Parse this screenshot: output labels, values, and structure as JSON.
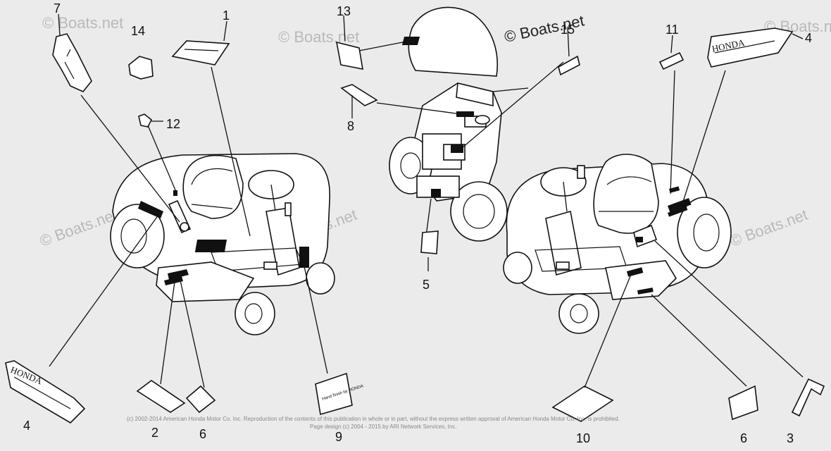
{
  "watermark": {
    "main": "© Boats.net",
    "faint": "© Boats.net"
  },
  "copyright": {
    "line1": "(c) 2002-2014 American Honda Motor Co. Inc. Reproduction of the contents of this publication in whole or in part, without the express written approval of American Honda Motor Co. Inc. is prohibited.",
    "line2": "Page design (c) 2004 - 2015 by ARI Network Services, Inc."
  },
  "decal_text": {
    "brand": "HONDA",
    "decal9": "Hand finish by HONDA"
  },
  "callouts": [
    {
      "id": "c1",
      "num": "1"
    },
    {
      "id": "c2",
      "num": "2"
    },
    {
      "id": "c3",
      "num": "3"
    },
    {
      "id": "c4a",
      "num": "4"
    },
    {
      "id": "c4b",
      "num": "4"
    },
    {
      "id": "c5",
      "num": "5"
    },
    {
      "id": "c6a",
      "num": "6"
    },
    {
      "id": "c6b",
      "num": "6"
    },
    {
      "id": "c7",
      "num": "7"
    },
    {
      "id": "c8",
      "num": "8"
    },
    {
      "id": "c9",
      "num": "9"
    },
    {
      "id": "c10",
      "num": "10"
    },
    {
      "id": "c11",
      "num": "11"
    },
    {
      "id": "c12",
      "num": "12"
    },
    {
      "id": "c13",
      "num": "13"
    },
    {
      "id": "c14",
      "num": "14"
    },
    {
      "id": "c15",
      "num": "15"
    }
  ]
}
